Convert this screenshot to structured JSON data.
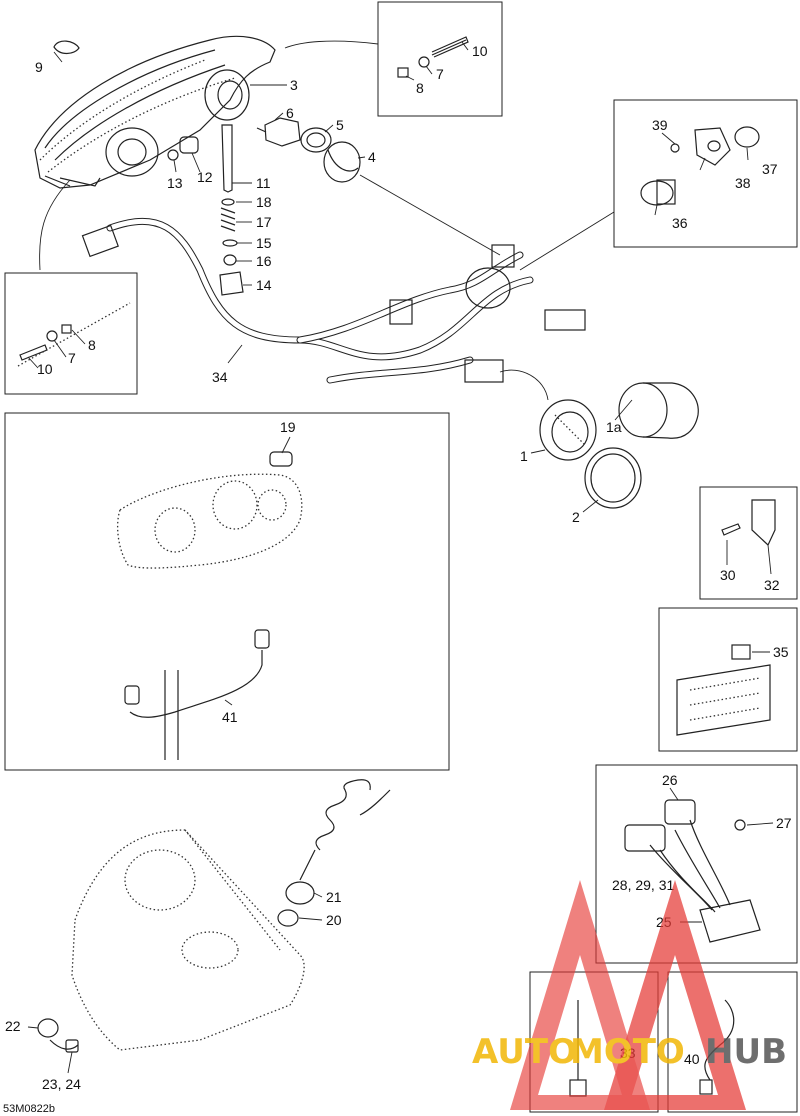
{
  "drawing_code": "53M0822b",
  "watermark": {
    "text_a": "AUTO",
    "text_b": "MOTO",
    "text_c": "HUB",
    "color_a": "#f2b705",
    "color_b": "#f2b705",
    "color_c": "#555555",
    "logo_color": "#e53935"
  },
  "callouts": {
    "c1": "1",
    "c1a": "1a",
    "c2": "2",
    "c3": "3",
    "c4": "4",
    "c5": "5",
    "c6": "6",
    "c7a": "7",
    "c7b": "7",
    "c8a": "8",
    "c8b": "8",
    "c9": "9",
    "c10a": "10",
    "c10b": "10",
    "c11": "11",
    "c12": "12",
    "c13": "13",
    "c14": "14",
    "c15": "15",
    "c16": "16",
    "c17": "17",
    "c18": "18",
    "c19": "19",
    "c20": "20",
    "c21": "21",
    "c22": "22",
    "c2324": "23, 24",
    "c25": "25",
    "c26": "26",
    "c27": "27",
    "c282931": "28, 29, 31",
    "c30": "30",
    "c32": "32",
    "c33": "33",
    "c34": "34",
    "c35": "35",
    "c36": "36",
    "c37": "37",
    "c38": "38",
    "c39": "39",
    "c40": "40",
    "c41": "41"
  }
}
